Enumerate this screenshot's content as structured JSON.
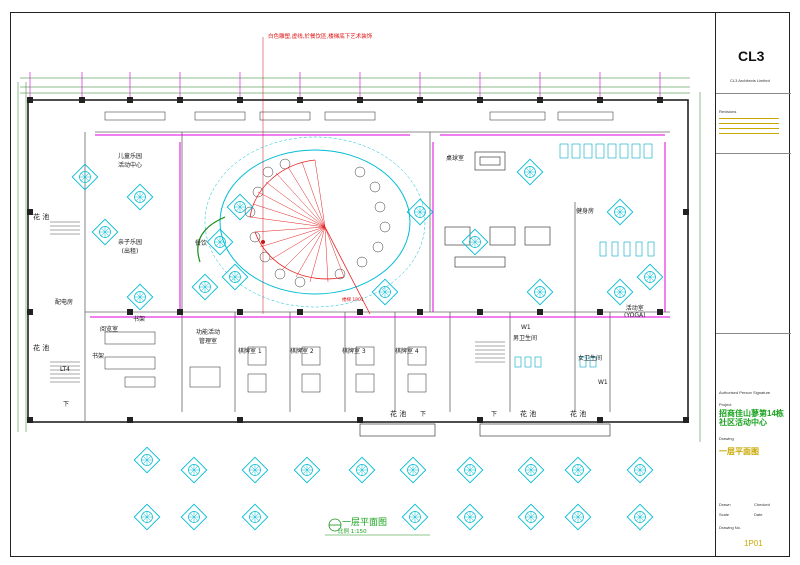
{
  "annotation_top": "白色雕塑,虚线,於餐饮區,楼梯底下艺术装饰",
  "stair_label": "楼梯 1P01",
  "rooms": {
    "kids_center": "儿童乐园\n活动中心",
    "kids_area": "亲子乐园\n(出租)",
    "flower_left": "花 池",
    "flower_left2": "花 池",
    "power_room": "配电房",
    "reading_room": "阅览室",
    "bookshelf_1": "书架",
    "bookshelf_2": "书架",
    "multi_room": "功能活动\n管理室",
    "chess_1": "棋牌室 1",
    "chess_2": "棋牌室 2",
    "chess_3": "棋牌室 3",
    "chess_4": "棋牌室 4",
    "dining": "餐饮",
    "billiards": "桌球室",
    "gym": "健身房",
    "yoga": "活动室\n(YOGA)",
    "male_wc": "男卫生间",
    "female_wc": "女卫生间",
    "w1_a": "W1",
    "w1_b": "W1",
    "lt4": "LT4",
    "down_1": "下",
    "down_2": "下",
    "down_3": "下",
    "flower_b1": "花 池",
    "flower_b2": "花 池",
    "flower_b3": "花 池"
  },
  "plan_title": "一层平面图",
  "plan_scale": "比例 1:150",
  "title_block": {
    "logo": "CL3",
    "company": "CL3 Architects Limited",
    "revisions_label": "Revisions",
    "project_label": "Project",
    "project_name": "招商佳山蓼第14栋\n社区活动中心",
    "drawing_label": "Drawing",
    "drawing_name": "一层平面图",
    "drawn_label": "Drawn",
    "checked_label": "Checked",
    "scale_label": "Scale",
    "date_label": "Date",
    "drawing_no_label": "Drawing No.",
    "drawing_no": "1P01",
    "signature_label": "Authorised Person Signature"
  }
}
